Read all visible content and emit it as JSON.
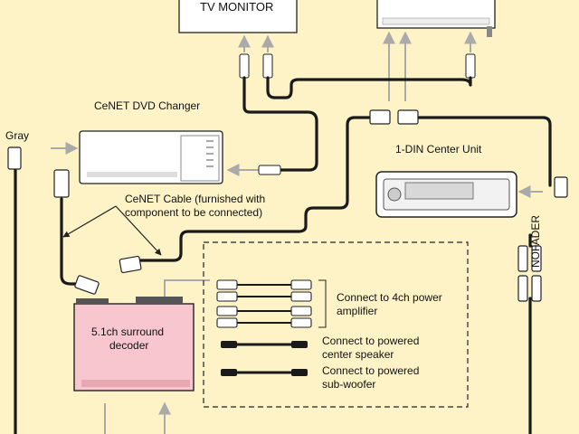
{
  "labels": {
    "tv_monitor": "TV MONITOR",
    "dvd_changer": "CeNET DVD Changer",
    "gray": "Gray",
    "center_unit": "1-DIN Center Unit",
    "cenet_cable_line1": "CeNET Cable (furnished with",
    "cenet_cable_line2": "component to be connected)",
    "decoder_line1": "5.1ch surround",
    "decoder_line2": "decoder",
    "amp_line1": "Connect to 4ch power",
    "amp_line2": "amplifier",
    "center_line1": "Connect to powered",
    "center_line2": "center speaker",
    "sub_line1": "Connect to powered",
    "sub_line2": "sub-woofer",
    "nofader": "NOFADER"
  },
  "colors": {
    "background": "#fdf3c7",
    "cable": "#1a1a1a",
    "device_fill": "#ffffff",
    "decoder_fill": "#f7c6cf",
    "arrow": "#aaaaaa"
  }
}
